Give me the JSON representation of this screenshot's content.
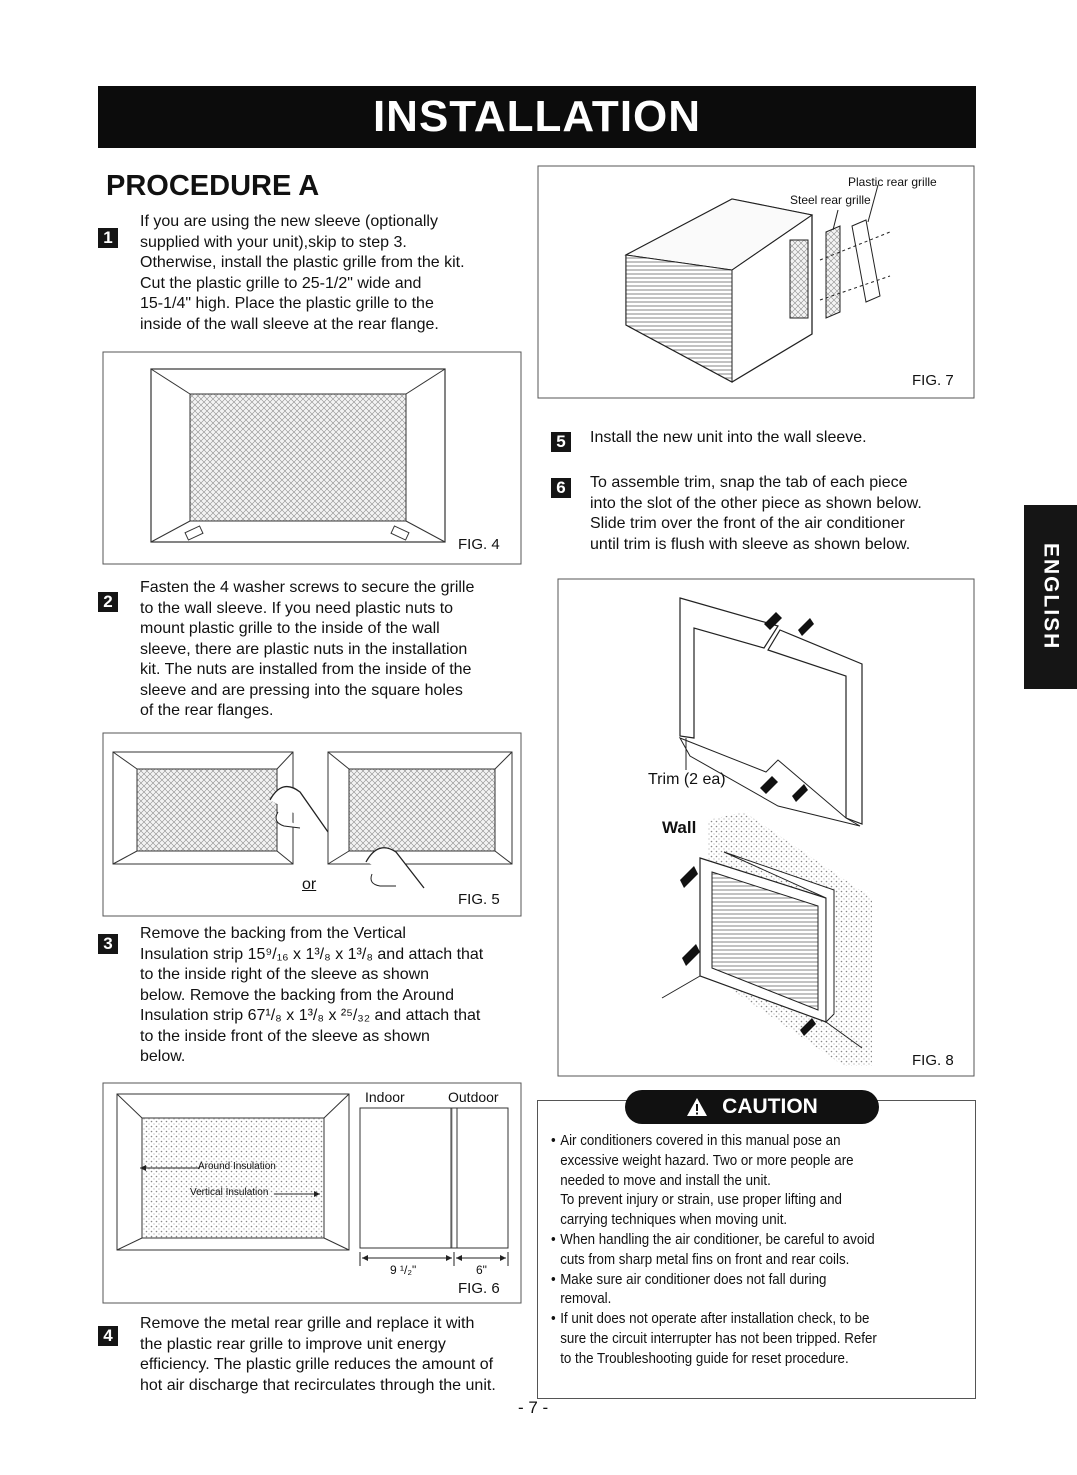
{
  "banner": {
    "title": "INSTALLATION"
  },
  "procedure": {
    "title": "PROCEDURE A"
  },
  "steps": [
    {
      "num": "1",
      "lines": [
        "If you are using the new sleeve (optionally",
        "supplied with your unit),skip to step 3.",
        "Otherwise, install the plastic grille from the kit.",
        "Cut the plastic grille to 25-1/2\" wide and",
        "15-1/4\" high. Place the plastic grille to the",
        "inside of the wall sleeve at the rear flange."
      ]
    },
    {
      "num": "2",
      "lines": [
        "Fasten the 4 washer screws to secure the grille",
        "to the wall sleeve. If you need plastic nuts to",
        "mount plastic grille to the inside of the wall",
        "sleeve, there are plastic nuts in the installation",
        "kit. The nuts are installed from the inside of the",
        "sleeve and are pressing into the square holes",
        "of the rear flanges."
      ]
    },
    {
      "num": "3",
      "lines": [
        "Remove the backing from the Vertical",
        "Insulation strip 15⁹/₁₆ x 1³/₈ x 1³/₈ and attach that",
        "to the inside right of the sleeve as shown",
        "below. Remove the backing from the Around",
        "Insulation strip 67¹/₈ x 1³/₈ x ²⁵/₃₂ and attach that",
        "to the inside front of the sleeve as shown",
        "below."
      ]
    },
    {
      "num": "4",
      "lines": [
        "Remove the metal rear grille and replace it with",
        "the plastic rear grille to improve unit energy",
        "efficiency. The plastic grille reduces the amount of",
        "hot air discharge that recirculates through the unit."
      ]
    },
    {
      "num": "5",
      "lines": [
        "Install the new unit into the wall sleeve."
      ]
    },
    {
      "num": "6",
      "lines": [
        "To assemble trim, snap the tab of each piece",
        "into the slot of the other piece as shown below.",
        "Slide trim over the front of the air conditioner",
        "until trim is flush with sleeve as shown below."
      ]
    }
  ],
  "figures": {
    "fig4": {
      "label": "FIG. 4"
    },
    "fig5": {
      "label": "FIG. 5",
      "or": "or"
    },
    "fig6": {
      "label": "FIG. 6",
      "indoor": "Indoor",
      "outdoor": "Outdoor",
      "around": "Around Insulation",
      "vertical": "Vertical Insulation",
      "dim1": "9 ¹/₂\"",
      "dim2": "6\""
    },
    "fig7": {
      "label": "FIG. 7",
      "plastic": "Plastic rear grille",
      "steel": "Steel rear grille"
    },
    "fig8": {
      "label": "FIG. 8",
      "trim": "Trim (2 ea)",
      "wall": "Wall"
    }
  },
  "side_tab": {
    "text": "ENGLISH"
  },
  "caution": {
    "title": "CAUTION",
    "items": [
      [
        "Air conditioners covered in this manual pose an",
        "excessive weight hazard. Two or more people are",
        "needed to move and install the unit.",
        "To prevent injury or strain, use proper lifting and",
        "carrying techniques when moving unit."
      ],
      [
        "When handling the air conditioner, be careful to avoid",
        "cuts from sharp metal fins on front and rear coils."
      ],
      [
        "Make sure air conditioner does not fall during",
        "removal."
      ],
      [
        "If unit does not operate after installation check, to be",
        "sure the circuit interrupter has not been tripped. Refer",
        "to the Troubleshooting guide for reset procedure."
      ]
    ]
  },
  "page": {
    "number": "- 7 -"
  }
}
